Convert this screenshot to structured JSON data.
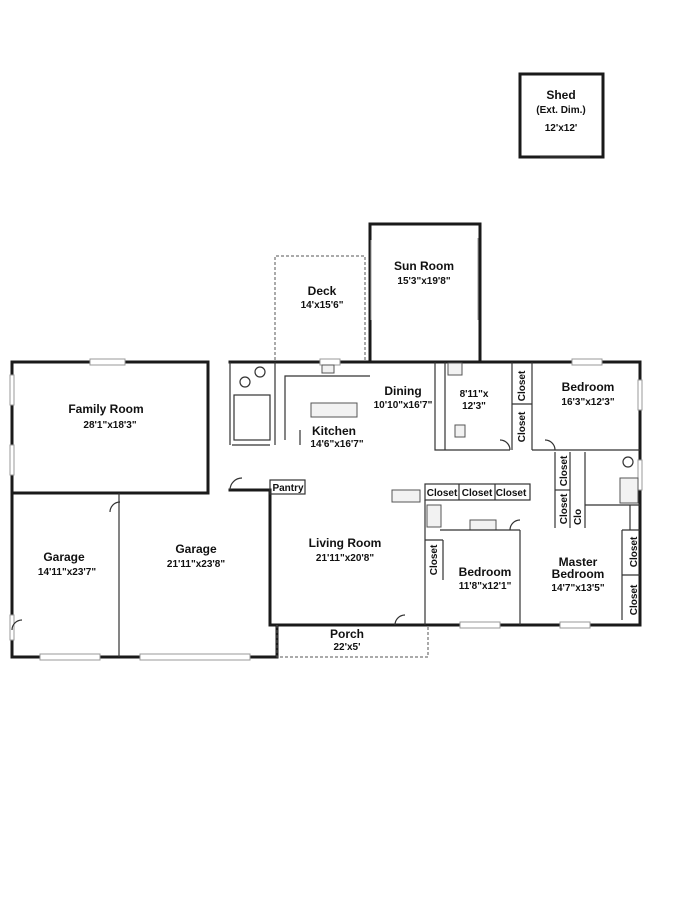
{
  "rooms": {
    "shed": {
      "name": "Shed",
      "note": "(Ext. Dim.)",
      "dims": "12'x12'"
    },
    "sun_room": {
      "name": "Sun Room",
      "dims": "15'3\"x19'8\""
    },
    "deck": {
      "name": "Deck",
      "dims": "14'x15'6\""
    },
    "family_room": {
      "name": "Family Room",
      "dims": "28'1\"x18'3\""
    },
    "dining": {
      "name": "Dining",
      "dims": "10'10\"x16'7\""
    },
    "kitchen": {
      "name": "Kitchen",
      "dims": "14'6\"x16'7\""
    },
    "laundry": {
      "line1": "8'11\"x",
      "line2": "12'3\""
    },
    "bedroom_ne": {
      "name": "Bedroom",
      "dims": "16'3\"x12'3\""
    },
    "pantry": {
      "name": "Pantry"
    },
    "garage_left": {
      "name": "Garage",
      "dims": "14'11\"x23'7\""
    },
    "garage_right": {
      "name": "Garage",
      "dims": "21'11\"x23'8\""
    },
    "living_room": {
      "name": "Living Room",
      "dims": "21'11\"x20'8\""
    },
    "bedroom_mid": {
      "name": "Bedroom",
      "dims": "11'8\"x12'1\""
    },
    "master_bedroom": {
      "line1": "Master",
      "line2": "Bedroom",
      "dims": "14'7\"x13'5\""
    },
    "porch": {
      "name": "Porch",
      "dims": "22'x5'"
    }
  },
  "closets": {
    "label": "Closet",
    "short_label": "Clo"
  }
}
